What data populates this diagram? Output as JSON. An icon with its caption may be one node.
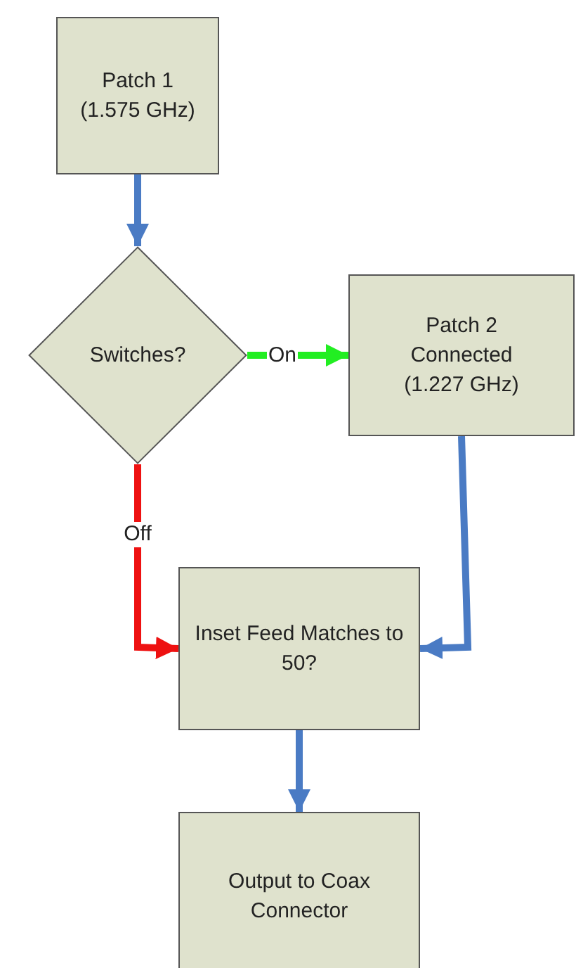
{
  "diagram": {
    "nodes": [
      {
        "text": [
          "Patch 1",
          "(1.575 GHz)"
        ]
      },
      {
        "text": [
          "Switches?"
        ]
      },
      {
        "text": [
          "Patch 2",
          "Connected",
          "(1.227 GHz)"
        ]
      },
      {
        "text": [
          "Inset Feed Matches to 50?"
        ]
      },
      {
        "text": [
          "Output to Coax Connector"
        ]
      }
    ],
    "edges": [
      {
        "from": 0,
        "to": 1,
        "arrow": "to"
      },
      {
        "from": 1,
        "to": 2,
        "arrow": "to",
        "label": "On",
        "color": "#22ee22"
      },
      {
        "from": 1,
        "to": 3,
        "arrow": "to",
        "label": "Off",
        "color": "#ee1111"
      },
      {
        "from": 2,
        "to": 3,
        "arrow": "to"
      },
      {
        "from": 3,
        "to": 4,
        "arrow": "to"
      }
    ]
  }
}
